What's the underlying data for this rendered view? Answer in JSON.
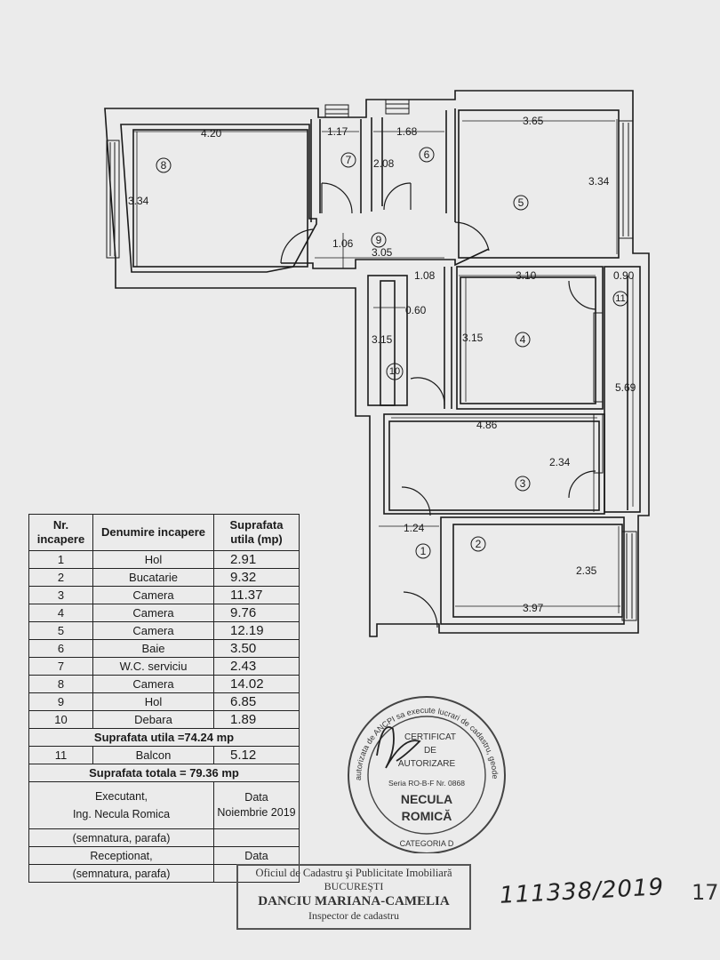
{
  "plan": {
    "rooms": [
      {
        "id": "room-1",
        "label": "1"
      },
      {
        "id": "room-2",
        "label": "2"
      },
      {
        "id": "room-3",
        "label": "3"
      },
      {
        "id": "room-4",
        "label": "4"
      },
      {
        "id": "room-5",
        "label": "5"
      },
      {
        "id": "room-6",
        "label": "6"
      },
      {
        "id": "room-7",
        "label": "7"
      },
      {
        "id": "room-8",
        "label": "8"
      },
      {
        "id": "room-9",
        "label": "9"
      },
      {
        "id": "room-10",
        "label": "10"
      },
      {
        "id": "room-11",
        "label": "11"
      }
    ],
    "dimensions": [
      "4.20",
      "1.17",
      "1.68",
      "3.65",
      "3.34",
      "2.08",
      "3.34",
      "1.06",
      "3.05",
      "1.08",
      "0.60",
      "3.10",
      "0.90",
      "3.15",
      "3.15",
      "5.69",
      "4.86",
      "2.34",
      "1.24",
      "2.35",
      "3.97"
    ]
  },
  "table": {
    "headers": [
      "Nr. incapere",
      "Denumire incapere",
      "Suprafata utila (mp)"
    ],
    "rows": [
      {
        "nr": "1",
        "name": "Hol",
        "area": "2.91"
      },
      {
        "nr": "2",
        "name": "Bucatarie",
        "area": "9.32"
      },
      {
        "nr": "3",
        "name": "Camera",
        "area": "11.37"
      },
      {
        "nr": "4",
        "name": "Camera",
        "area": "9.76"
      },
      {
        "nr": "5",
        "name": "Camera",
        "area": "12.19"
      },
      {
        "nr": "6",
        "name": "Baie",
        "area": "3.50"
      },
      {
        "nr": "7",
        "name": "W.C. serviciu",
        "area": "2.43"
      },
      {
        "nr": "8",
        "name": "Camera",
        "area": "14.02"
      },
      {
        "nr": "9",
        "name": "Hol",
        "area": "6.85"
      },
      {
        "nr": "10",
        "name": "Debara",
        "area": "1.89"
      }
    ],
    "usable_total": "Suprafata utila =74.24 mp",
    "balcony": {
      "nr": "11",
      "name": "Balcon",
      "area": "5.12"
    },
    "grand_total": "Suprafata totala = 79.36 mp",
    "executant_label": "Executant,",
    "executant_name": "Ing. Necula Romica",
    "date_label": "Data",
    "date_value": "Noiembrie 2019",
    "signature_label": "(semnatura, parafa)",
    "receiver_label": "Receptionat,",
    "receiver_signature": "(semnatura, parafa)",
    "receiver_date": "Data"
  },
  "stamp": {
    "arc_top": "Persoana fizica autorizata de ANCPI sa execute lucrari de cadastru, geodezie si cartografie",
    "line1": "CERTIFICAT",
    "line2": "DE",
    "line3": "AUTORIZARE",
    "series": "Seria RO-B-F Nr. 0868",
    "name1": "NECULA",
    "name2": "ROMICĂ",
    "category": "CATEGORIA D"
  },
  "office_stamp": {
    "line1": "Oficiul de Cadastru şi Publicitate Imobiliară",
    "line2": "BUCUREŞTI",
    "line3": "DANCIU MARIANA-CAMELIA",
    "line4": "Inspector de cadastru"
  },
  "handwritten_ref": "111338/2019",
  "page_number": "17"
}
